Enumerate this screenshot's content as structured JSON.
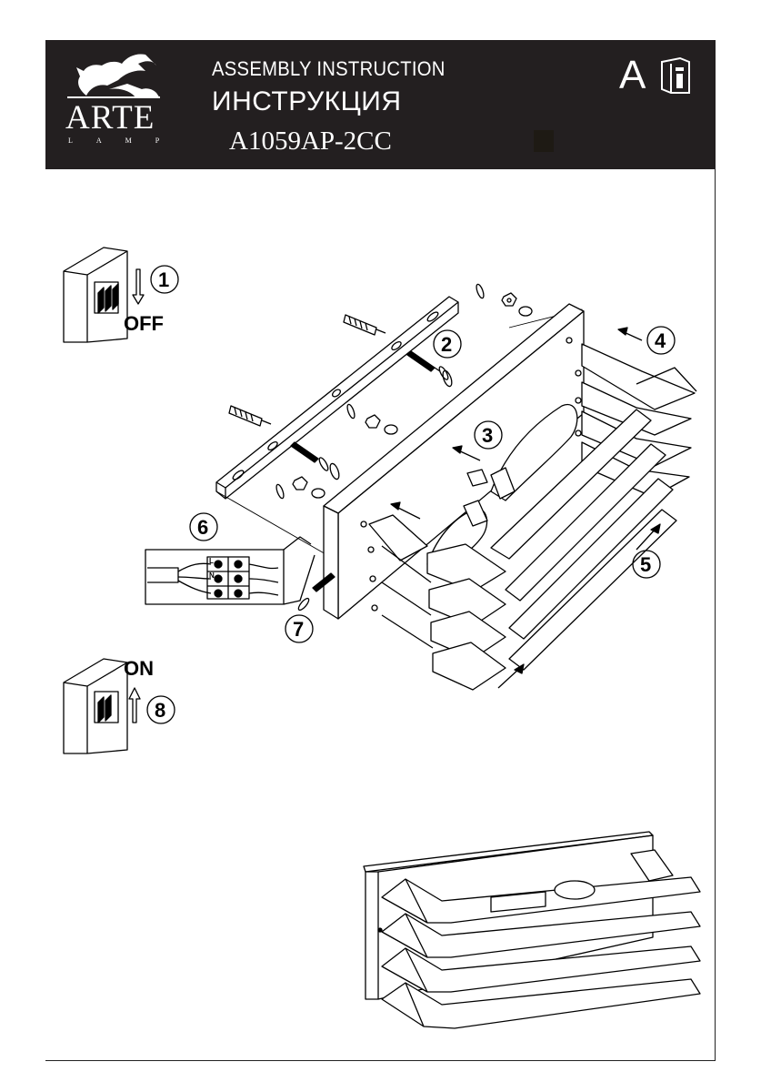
{
  "header": {
    "brand": "ARTE",
    "brand_sub": "LAMP",
    "title_en": "ASSEMBLY INSTRUCTION",
    "title_ru": "ИНСТРУКЦИЯ",
    "model": "A1059AP-2CC",
    "mark": "A",
    "info_icon": "manual-info-icon"
  },
  "switches": {
    "off_label": "OFF",
    "on_label": "ON"
  },
  "steps": [
    "1",
    "2",
    "3",
    "4",
    "5",
    "6",
    "7",
    "8"
  ],
  "wiring": {
    "terminal_letters": [
      "L",
      "N"
    ]
  }
}
